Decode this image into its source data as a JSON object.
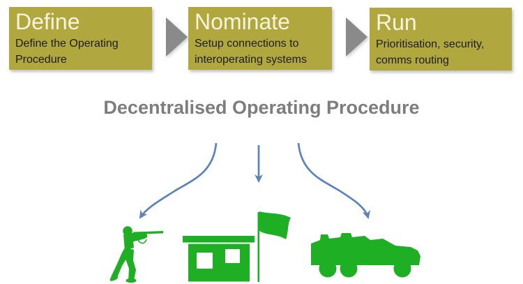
{
  "process_flow": {
    "steps": [
      {
        "title": "Define",
        "description": "Define the Operating Procedure"
      },
      {
        "title": "Nominate",
        "description": "Setup connections to interoperating systems"
      },
      {
        "title": "Run",
        "description": "Prioritisation, security, comms routing"
      }
    ],
    "chevron_icon": "right-chevron-arrow"
  },
  "subtitle": "Decentralised Operating Procedure",
  "targets": {
    "items": [
      {
        "icon": "soldier-icon"
      },
      {
        "icon": "hq-building-flag-icon"
      },
      {
        "icon": "military-truck-icon"
      }
    ]
  },
  "colors": {
    "step_box_fill": "#b0a73e",
    "step_title_text": "#f7f3dd",
    "step_body_text": "#1c1c1c",
    "flow_chevron_gray": "#8a8a8a",
    "subtitle_gray": "#7d7d7d",
    "connector_blue": "#5b84bd",
    "icon_green": "#1faf24"
  }
}
